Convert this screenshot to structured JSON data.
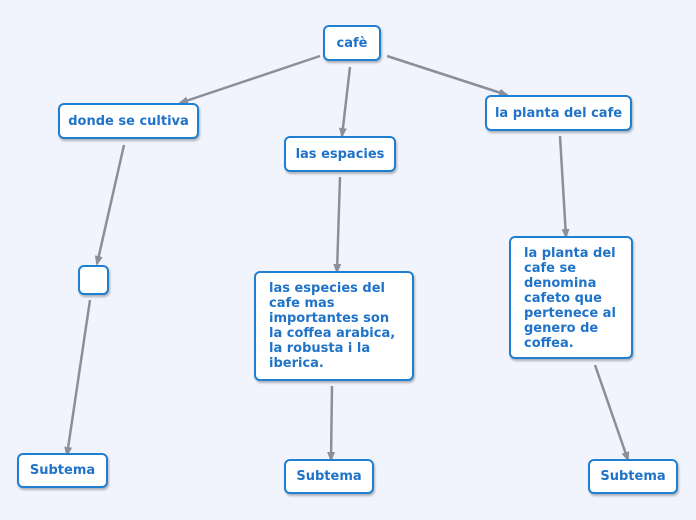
{
  "colors": {
    "background": "#f1f4fd",
    "node_border": "#1f7fd0",
    "node_text": "#1f73c9",
    "connector": "#8a8f99"
  },
  "nodes": {
    "root": "cafè",
    "where": "donde se cultiva",
    "species": "las espacies",
    "plant": "la planta del cafe",
    "empty": "",
    "species_detail": "las especies del cafe mas importantes son la coffea arabica, la robusta i la iberica.",
    "plant_detail": "la planta del cafe se denomina cafeto que pertenece al genero de coffea.",
    "subtopic_1": "Subtema",
    "subtopic_2": "Subtema",
    "subtopic_3": "Subtema"
  }
}
